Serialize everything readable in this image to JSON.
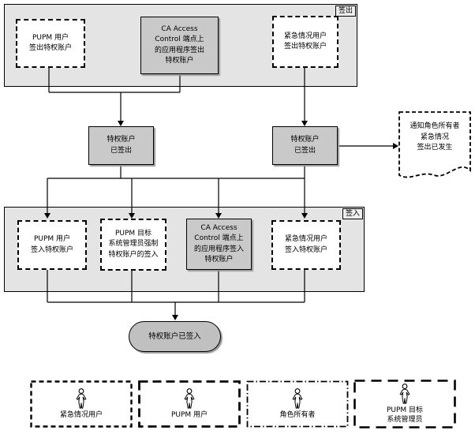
{
  "checkout_section": {
    "corner_label": "签出",
    "pupm_user_label": "PUPM 用户\n签出特权账户",
    "ca_app_label": "CA Access\nControl 端点上\n的应用程序签出\n特权账户",
    "emergency_user_label": "紧急情况用户\n签出特权账户"
  },
  "states": {
    "checked_out_left": "特权账户\n已签出",
    "checked_out_right": "特权账户\n已签出",
    "checked_in": "特权账户已签入"
  },
  "notify_document_label": "通知角色所有者\n紧急情况\n签出已发生",
  "checkin_section": {
    "corner_label": "签入",
    "pupm_user_label": "PUPM 用户\n签入特权账户",
    "pupm_admin_label": "PUPM 目标\n系统管理员强制\n特权账户的签入",
    "ca_app_label": "CA Access\nControl 端点上\n的应用程序签入\n特权账户",
    "emergency_user_label": "紧急情况用户\n签入特权账户"
  },
  "legend": {
    "items": [
      {
        "label": "紧急情况用户"
      },
      {
        "label": "PUPM 用户"
      },
      {
        "label": "角色所有者"
      },
      {
        "label": "PUPM 目标\n系统管理员"
      }
    ]
  },
  "colors": {
    "container_fill": "#e4e4e4",
    "node_fill_gray": "#c9c9c9",
    "node_fill_white": "#ffffff",
    "line": "#000000"
  }
}
